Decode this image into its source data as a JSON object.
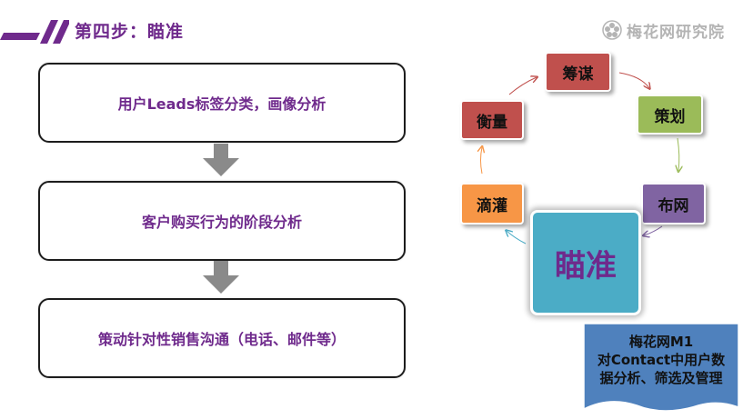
{
  "header": {
    "title": "第四步：瞄准",
    "brand": "梅花网研究院"
  },
  "steps": [
    {
      "label": "用户Leads标签分类，画像分析"
    },
    {
      "label": "客户购买行为的阶段分析"
    },
    {
      "label": "策动针对性销售沟通（电话、邮件等）"
    }
  ],
  "cycle": {
    "nodes": {
      "chouhua": "筹谋",
      "cehua": "策划",
      "buwang": "布网",
      "hengliang": "衡量",
      "diguan": "滴灌"
    },
    "center": "瞄准"
  },
  "callout": {
    "line1": "梅花网M1",
    "line2": "对Contact中用户数",
    "line3": "据分析、筛选及管理"
  },
  "colors": {
    "accent": "#6f2a8c",
    "red": "#c0504d",
    "green": "#9bbb59",
    "purple": "#8064a2",
    "orange": "#f79646",
    "cyan": "#4bacc6",
    "callout": "#4f81bd"
  }
}
